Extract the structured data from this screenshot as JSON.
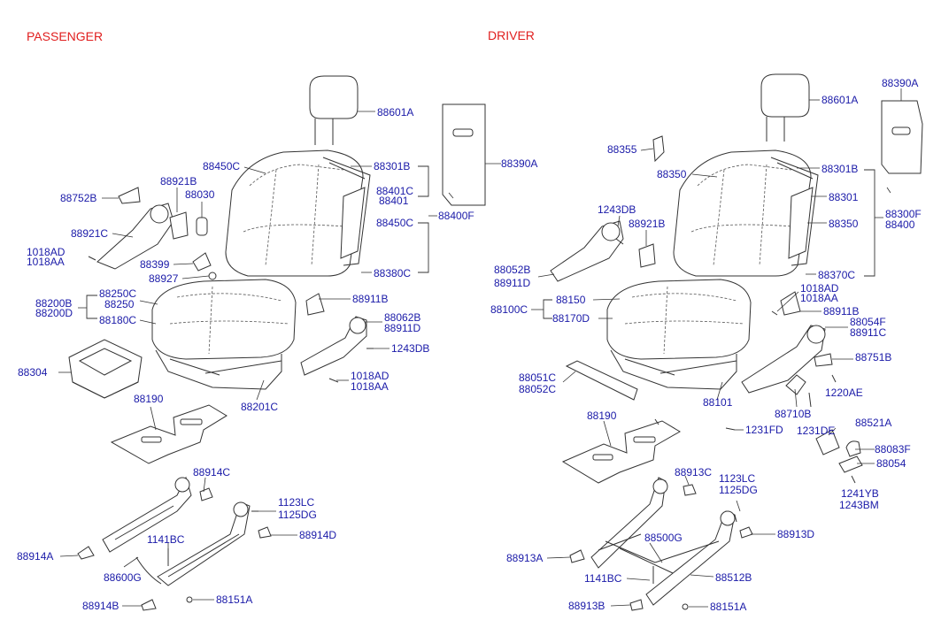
{
  "headers": {
    "passenger": "PASSENGER",
    "driver": "DRIVER"
  },
  "passenger_labels": {
    "l88601A": "88601A",
    "l88450C": "88450C",
    "l88301B": "88301B",
    "l88390A": "88390A",
    "l88401C": "88401C",
    "l88401": "88401",
    "l88450C_2": "88450C",
    "l88400F": "88400F",
    "l88380C": "88380C",
    "l88752B": "88752B",
    "l88921B": "88921B",
    "l88030": "88030",
    "l88921C": "88921C",
    "l1018AD": "1018AD",
    "l1018AA": "1018AA",
    "l88399": "88399",
    "l88927": "88927",
    "l88200B": "88200B",
    "l88200D": "88200D",
    "l88250C": "88250C",
    "l88250": "88250",
    "l88180C": "88180C",
    "l88911B": "88911B",
    "l88062B": "88062B",
    "l88911D": "88911D",
    "l1243DB": "1243DB",
    "l88304": "88304",
    "l1018AD_2": "1018AD",
    "l1018AA_2": "1018AA",
    "l88201C": "88201C",
    "l88190": "88190",
    "l88914C": "88914C",
    "l1123LC": "1123LC",
    "l1125DG": "1125DG",
    "l88914D": "88914D",
    "l1141BC": "1141BC",
    "l88914A": "88914A",
    "l88600G": "88600G",
    "l88914B": "88914B",
    "l88151A": "88151A"
  },
  "driver_labels": {
    "l88601A": "88601A",
    "l88390A": "88390A",
    "l88355": "88355",
    "l88350": "88350",
    "l88301B": "88301B",
    "l88301": "88301",
    "l88300F": "88300F",
    "l88350_2": "88350",
    "l88400": "88400",
    "l1243DB": "1243DB",
    "l88921B": "88921B",
    "l88052B": "88052B",
    "l88911D": "88911D",
    "l88370C": "88370C",
    "l1018AD": "1018AD",
    "l1018AA": "1018AA",
    "l88150": "88150",
    "l88100C": "88100C",
    "l88170D": "88170D",
    "l88911B": "88911B",
    "l88054F": "88054F",
    "l88911C": "88911C",
    "l88751B": "88751B",
    "l88051C": "88051C",
    "l88052C": "88052C",
    "l1220AE": "1220AE",
    "l88101": "88101",
    "l88710B": "88710B",
    "l88190": "88190",
    "l1231FD": "1231FD",
    "l1231DE": "1231DE",
    "l88521A": "88521A",
    "l88083F": "88083F",
    "l88054": "88054",
    "l1241YB": "1241YB",
    "l1243BM": "1243BM",
    "l88913C": "88913C",
    "l1123LC": "1123LC",
    "l1125DG": "1125DG",
    "l88500G": "88500G",
    "l88913D": "88913D",
    "l88913A": "88913A",
    "l1141BC": "1141BC",
    "l88512B": "88512B",
    "l88913B": "88913B",
    "l88151A": "88151A"
  }
}
